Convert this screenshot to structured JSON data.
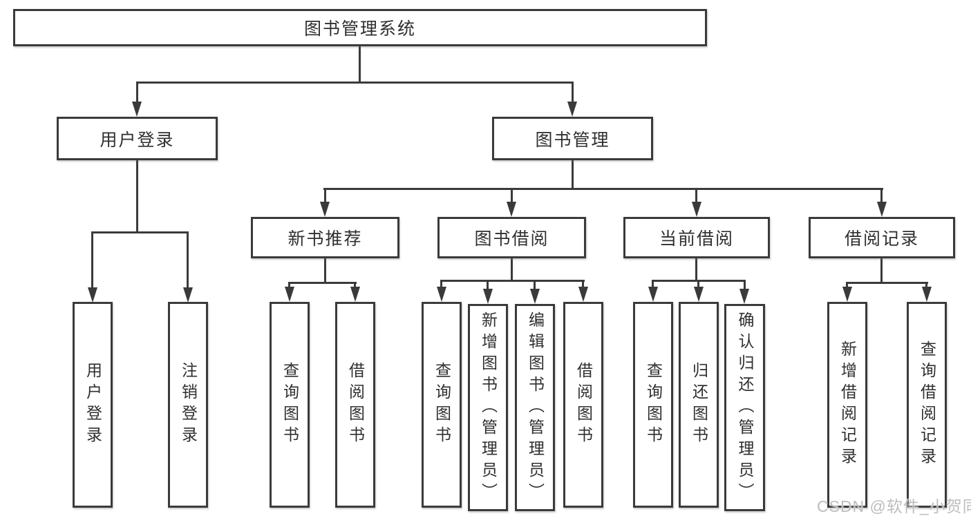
{
  "diagram": {
    "root": {
      "label": "图书管理系统"
    },
    "branches": [
      {
        "label": "用户登录",
        "children": [
          "用户登录",
          "注销登录"
        ]
      },
      {
        "label": "图书管理",
        "groups": [
          {
            "label": "新书推荐",
            "children": [
              "查询图书",
              "借阅图书"
            ]
          },
          {
            "label": "图书借阅",
            "children": [
              "查询图书",
              "新增图书（管理员）",
              "编辑图书（管理员）",
              "借阅图书"
            ]
          },
          {
            "label": "当前借阅",
            "children": [
              "查询图书",
              "归还图书",
              "确认归还（管理员）"
            ]
          },
          {
            "label": "借阅记录",
            "children": [
              "新增借阅记录",
              "查询借阅记录"
            ]
          }
        ]
      }
    ],
    "watermark": "CSDN @软件_小贺同学"
  },
  "colors": {
    "line": "#3a3a3a",
    "text": "#2f2f2f",
    "watermark": "#bdbdbd",
    "background": "#ffffff"
  }
}
